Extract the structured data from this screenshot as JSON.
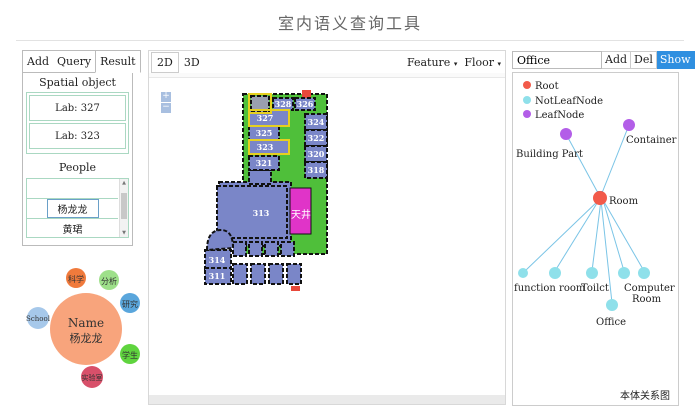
{
  "app": {
    "title": "室内语义查询工具"
  },
  "left_panel": {
    "tabs": [
      "Add",
      "Query",
      "Result"
    ],
    "spatial_header": "Spatial object",
    "spatial_items": [
      "Lab: 327",
      "Lab: 323"
    ],
    "people_header": "People",
    "people_items": [
      "",
      "杨龙龙",
      "黄珺"
    ],
    "people_selected": "杨龙龙"
  },
  "bubble": {
    "center_name": "Name",
    "center_value": "杨龙龙",
    "satellites": [
      {
        "label": "科学",
        "color": "#f07a3c"
      },
      {
        "label": "分析",
        "color": "#9ee08a"
      },
      {
        "label": "研究",
        "color": "#5aa6dc"
      },
      {
        "label": "学生",
        "color": "#5fd43e"
      },
      {
        "label": "实验室",
        "color": "#d8506a"
      },
      {
        "label": "School",
        "color": "#a6c8ea"
      }
    ],
    "center_color": "#f8a47c"
  },
  "center_panel": {
    "tabs": [
      "2D",
      "3D"
    ],
    "active_tab": "2D",
    "feature_label": "Feature",
    "floor_label": "Floor",
    "zoom_in": "+",
    "zoom_out": "−",
    "rooms": [
      "328",
      "326",
      "327",
      "324",
      "325",
      "322",
      "323",
      "320",
      "321",
      "318",
      "313",
      "天井",
      "314",
      "311"
    ]
  },
  "right_panel": {
    "query_value": "Office",
    "add_label": "Add",
    "del_label": "Del",
    "show_label": "Show",
    "legend": [
      {
        "label": "Root",
        "color": "#f25a4a"
      },
      {
        "label": "NotLeafNode",
        "color": "#8fe0ea"
      },
      {
        "label": "LeafNode",
        "color": "#b35ee8"
      }
    ],
    "nodes": {
      "building_part": "Building Part",
      "container": "Container",
      "room": "Room",
      "function_room": "function room",
      "toilet": "Toilct",
      "computer_room_1": "Computer",
      "computer_room_2": "Room",
      "office": "Office"
    },
    "footer": "本体关系图"
  }
}
